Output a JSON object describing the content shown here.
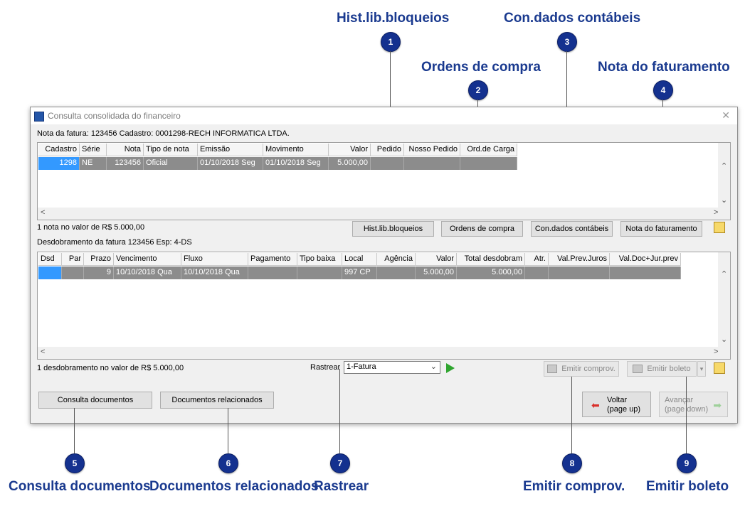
{
  "callouts": {
    "c1": {
      "num": "1",
      "label": "Hist.lib.bloqueios"
    },
    "c2": {
      "num": "2",
      "label": "Ordens de compra"
    },
    "c3": {
      "num": "3",
      "label": "Con.dados contábeis"
    },
    "c4": {
      "num": "4",
      "label": "Nota do faturamento"
    },
    "c5": {
      "num": "5",
      "label": "Consulta documentos"
    },
    "c6": {
      "num": "6",
      "label": "Documentos relacionados"
    },
    "c7": {
      "num": "7",
      "label": "Rastrear"
    },
    "c8": {
      "num": "8",
      "label": "Emitir comprov."
    },
    "c9": {
      "num": "9",
      "label": "Emitir boleto"
    }
  },
  "window": {
    "title": "Consulta consolidada do financeiro",
    "close": "✕"
  },
  "header": {
    "info": "Nota da fatura:   123456  Cadastro:  0001298-RECH INFORMATICA LTDA."
  },
  "grid1": {
    "columns": [
      "Cadastro",
      "Série",
      "Nota",
      "Tipo de nota",
      "Emissão",
      "Movimento",
      "Valor",
      "Pedido",
      "Nosso Pedido",
      "Ord.de Carga"
    ],
    "row": [
      "1298",
      "NE",
      "123456",
      "Oficial",
      "01/10/2018 Seg",
      "01/10/2018 Seg",
      "5.000,00",
      "",
      "",
      ""
    ]
  },
  "summary1": "1 nota no valor de R$ 5.000,00",
  "buttons1": {
    "hist": "Hist.lib.bloqueios",
    "ordens": "Ordens de compra",
    "con": "Con.dados contábeis",
    "nota": "Nota do faturamento"
  },
  "desdobramento": {
    "label": "Desdobramento da fatura    123456 Esp:   4-DS"
  },
  "grid2": {
    "columns": [
      "Dsd",
      "Par",
      "Prazo",
      "Vencimento",
      "Fluxo",
      "Pagamento",
      "Tipo baixa",
      "Local",
      "Agência",
      "Valor",
      "Total desdobram",
      "Atr.",
      "Val.Prev.Juros",
      "Val.Doc+Jur.prev"
    ],
    "row": [
      "",
      "",
      "9",
      "10/10/2018 Qua",
      "10/10/2018 Qua",
      "",
      "",
      "997 CP",
      "",
      "5.000,00",
      "5.000,00",
      "",
      "",
      ""
    ]
  },
  "summary2": "1 desdobramento no valor de R$ 5.000,00",
  "rastrear": {
    "label": "Rastrear",
    "value": "1-Fatura"
  },
  "buttons2": {
    "emitir_comprov": "Emitir comprov.",
    "emitir_boleto": "Emitir boleto",
    "consulta": "Consulta documentos",
    "documentos": "Documentos relacionados",
    "voltar_line1": "Voltar",
    "voltar_line2": "(page up)",
    "avancar_line1": "Avançar",
    "avancar_line2": "(page down)"
  }
}
